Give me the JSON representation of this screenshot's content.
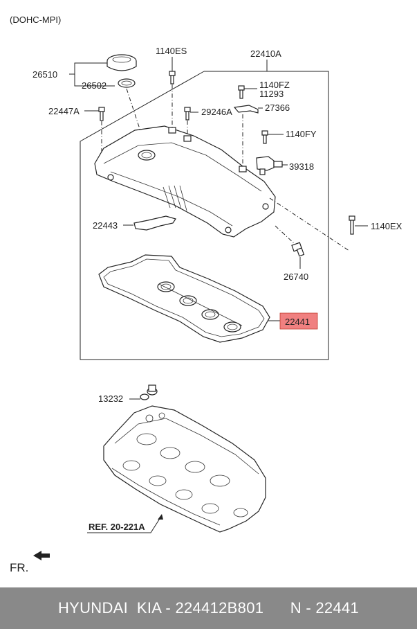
{
  "header": {
    "variant": "(DOHC-MPI)"
  },
  "callouts": {
    "p26510": "26510",
    "p26502": "26502",
    "p1140ES": "1140ES",
    "p22410A": "22410A",
    "p22447A": "22447A",
    "p1140FZ": "1140FZ",
    "p11293": "11293",
    "p29246A": "29246A",
    "p27366": "27366",
    "p1140FY": "1140FY",
    "p39318": "39318",
    "p22443": "22443",
    "p1140EX": "1140EX",
    "p26740": "26740",
    "p22441": "22441",
    "p13232": "13232",
    "ref": "REF. 20-221A",
    "front": "FR."
  },
  "highlight": {
    "part": "22441",
    "color": "#f08080"
  },
  "footer": {
    "text": "HYUNDAI  KIA - 224412B801      N - 22441"
  }
}
